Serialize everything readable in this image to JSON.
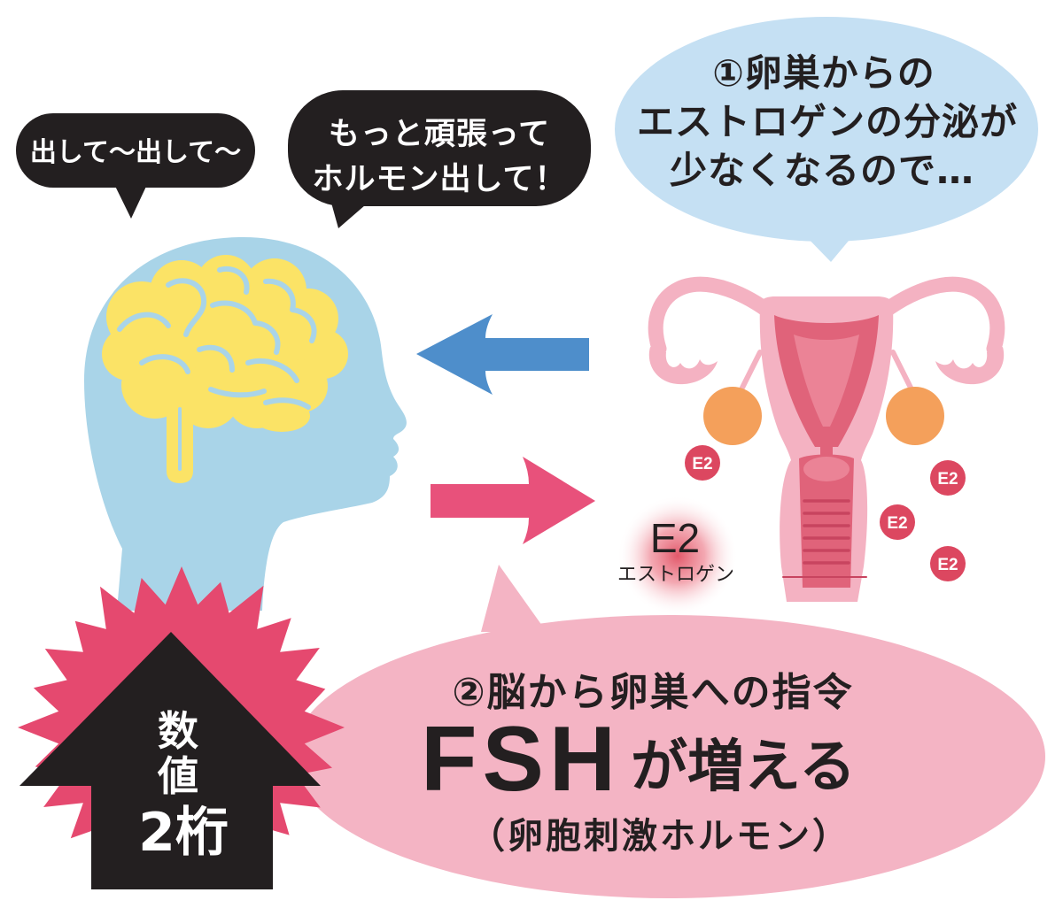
{
  "speech_bubbles": {
    "brain_left": {
      "text": "出して〜出して〜"
    },
    "brain_right": {
      "lines": [
        "もっと頑張って",
        "ホルモン出して！"
      ]
    },
    "ovary": {
      "lines": [
        "①卵巣からの",
        "エストロゲンの分泌が",
        "少なくなるので…"
      ]
    },
    "brain_command": {
      "line1": "②脳から卵巣への指令",
      "hormone": "FSH",
      "effect": "が増える",
      "note": "（卵胞刺激ホルモン）"
    }
  },
  "value_arrow": {
    "label": [
      "数",
      "値"
    ],
    "value": "2桁"
  },
  "estrogen": {
    "symbol": "E2",
    "name": "エストロゲン"
  },
  "e2_markers": [
    "E2",
    "E2",
    "E2",
    "E2"
  ],
  "icons": [
    "head-silhouette-icon",
    "brain-icon",
    "uterus-icon",
    "ovary-icon",
    "arrow-left-icon",
    "arrow-right-icon",
    "arrow-up-icon",
    "starburst-icon"
  ],
  "colors": {
    "speech_black": "#231f20",
    "speech_blue": "#c5e0f3",
    "speech_pink": "#f4b4c4",
    "head": "#a9d4e8",
    "brain": "#fbe366",
    "arrow_to_brain": "#4e8ecb",
    "arrow_to_ovary": "#e8517b",
    "burst": "#e5496f",
    "value_arrow": "#231f20",
    "uterus_outer": "#f4b2c2",
    "uterus_inner": "#e0637a",
    "ovary": "#f4a05b",
    "e2_marker": "#dc4760",
    "text_dark": "#231f20",
    "text_light": "#ffffff"
  }
}
